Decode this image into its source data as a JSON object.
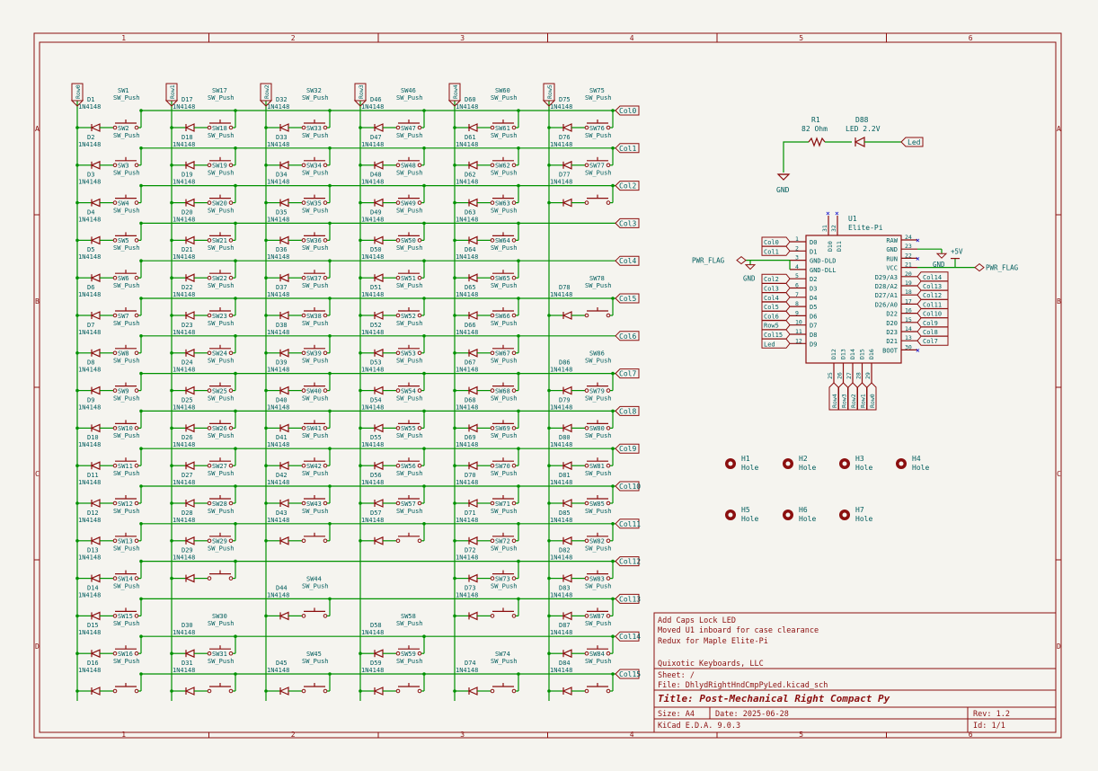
{
  "colors": {
    "background": "#f5f4ef",
    "frame": "#8b0f0f",
    "wire": "#009100",
    "component": "#8b0f0f",
    "text": "#005c5c",
    "title": "#8b0f0f",
    "noconnect": "#0000c8",
    "hole": "#8b0f0f"
  },
  "frame": {
    "columns": [
      "1",
      "2",
      "3",
      "4",
      "5",
      "6"
    ],
    "rows": [
      "A",
      "B",
      "C",
      "D"
    ]
  },
  "diode_value": "1N4148",
  "switch_value": "SW_Push",
  "matrix": {
    "row_labels": [
      "Row0",
      "Row1",
      "Row2",
      "Row3",
      "Row4",
      "Row5"
    ],
    "col_labels": [
      "Col0",
      "Col1",
      "Col2",
      "Col3",
      "Col4",
      "Col5",
      "Col6",
      "Col7",
      "Col8",
      "Col9",
      "Col10",
      "Col11",
      "Col12",
      "Col13",
      "Col14",
      "Col15"
    ],
    "cells": [
      [
        [
          "D1",
          "SW1"
        ],
        [
          "D17",
          "SW17"
        ],
        [
          "D32",
          "SW32"
        ],
        [
          "D46",
          "SW46"
        ],
        [
          "D60",
          "SW60"
        ],
        [
          "D75",
          "SW75"
        ]
      ],
      [
        [
          "D2",
          "SW2"
        ],
        [
          "D18",
          "SW18"
        ],
        [
          "D33",
          "SW33"
        ],
        [
          "D47",
          "SW47"
        ],
        [
          "D61",
          "SW61"
        ],
        [
          "D76",
          "SW76"
        ]
      ],
      [
        [
          "D3",
          "SW3"
        ],
        [
          "D19",
          "SW19"
        ],
        [
          "D34",
          "SW34"
        ],
        [
          "D48",
          "SW48"
        ],
        [
          "D62",
          "SW62"
        ],
        [
          "D77",
          "SW77"
        ]
      ],
      [
        [
          "D4",
          "SW4"
        ],
        [
          "D20",
          "SW20"
        ],
        [
          "D35",
          "SW35"
        ],
        [
          "D49",
          "SW49"
        ],
        [
          "D63",
          "SW63"
        ],
        null
      ],
      [
        [
          "D5",
          "SW5"
        ],
        [
          "D21",
          "SW21"
        ],
        [
          "D36",
          "SW36"
        ],
        [
          "D50",
          "SW50"
        ],
        [
          "D64",
          "SW64"
        ],
        null
      ],
      [
        [
          "D6",
          "SW6"
        ],
        [
          "D22",
          "SW22"
        ],
        [
          "D37",
          "SW37"
        ],
        [
          "D51",
          "SW51"
        ],
        [
          "D65",
          "SW65"
        ],
        [
          "D78",
          "SW78"
        ]
      ],
      [
        [
          "D7",
          "SW7"
        ],
        [
          "D23",
          "SW23"
        ],
        [
          "D38",
          "SW38"
        ],
        [
          "D52",
          "SW52"
        ],
        [
          "D66",
          "SW66"
        ],
        null
      ],
      [
        [
          "D8",
          "SW8"
        ],
        [
          "D24",
          "SW24"
        ],
        [
          "D39",
          "SW39"
        ],
        [
          "D53",
          "SW53"
        ],
        [
          "D67",
          "SW67"
        ],
        [
          "D86",
          "SW86"
        ]
      ],
      [
        [
          "D9",
          "SW9"
        ],
        [
          "D25",
          "SW25"
        ],
        [
          "D40",
          "SW40"
        ],
        [
          "D54",
          "SW54"
        ],
        [
          "D68",
          "SW68"
        ],
        [
          "D79",
          "SW79"
        ]
      ],
      [
        [
          "D10",
          "SW10"
        ],
        [
          "D26",
          "SW26"
        ],
        [
          "D41",
          "SW41"
        ],
        [
          "D55",
          "SW55"
        ],
        [
          "D69",
          "SW69"
        ],
        [
          "D80",
          "SW80"
        ]
      ],
      [
        [
          "D11",
          "SW11"
        ],
        [
          "D27",
          "SW27"
        ],
        [
          "D42",
          "SW42"
        ],
        [
          "D56",
          "SW56"
        ],
        [
          "D70",
          "SW70"
        ],
        [
          "D81",
          "SW81"
        ]
      ],
      [
        [
          "D12",
          "SW12"
        ],
        [
          "D28",
          "SW28"
        ],
        [
          "D43",
          "SW43"
        ],
        [
          "D57",
          "SW57"
        ],
        [
          "D71",
          "SW71"
        ],
        [
          "D85",
          "SW85"
        ]
      ],
      [
        [
          "D13",
          "SW13"
        ],
        [
          "D29",
          "SW29"
        ],
        null,
        null,
        [
          "D72",
          "SW72"
        ],
        [
          "D82",
          "SW82"
        ]
      ],
      [
        [
          "D14",
          "SW14"
        ],
        null,
        [
          "D44",
          "SW44"
        ],
        null,
        [
          "D73",
          "SW73"
        ],
        [
          "D83",
          "SW83"
        ]
      ],
      [
        [
          "D15",
          "SW15"
        ],
        [
          "D30",
          "SW30"
        ],
        null,
        [
          "D58",
          "SW58"
        ],
        null,
        [
          "D87",
          "SW87"
        ]
      ],
      [
        [
          "D16",
          "SW16"
        ],
        [
          "D31",
          "SW31"
        ],
        [
          "D45",
          "SW45"
        ],
        [
          "D59",
          "SW59"
        ],
        [
          "D74",
          "SW74"
        ],
        [
          "D84",
          "SW84"
        ]
      ]
    ]
  },
  "led_circuit": {
    "resistor_ref": "R1",
    "resistor_value": "82 Ohm",
    "led_ref": "D88",
    "led_value": "LED 2.2V",
    "net_label": "Led",
    "gnd_label": "GND"
  },
  "mcu": {
    "ref": "U1",
    "value": "Elite-Pi",
    "top_pins": [
      "31",
      "32"
    ],
    "top_names": [
      "D10",
      "D11"
    ],
    "left_pins": [
      {
        "num": "1",
        "name": "D0",
        "label": "Col0"
      },
      {
        "num": "2",
        "name": "D1",
        "label": "Col1"
      },
      {
        "num": "3",
        "name": "GND-DLD",
        "label": ""
      },
      {
        "num": "4",
        "name": "GND-DLL",
        "label": ""
      },
      {
        "num": "5",
        "name": "D2",
        "label": "Col2"
      },
      {
        "num": "6",
        "name": "D3",
        "label": "Col3"
      },
      {
        "num": "7",
        "name": "D4",
        "label": "Col4"
      },
      {
        "num": "8",
        "name": "D5",
        "label": "Col5"
      },
      {
        "num": "9",
        "name": "D6",
        "label": "Col6"
      },
      {
        "num": "10",
        "name": "D7",
        "label": "Row5"
      },
      {
        "num": "11",
        "name": "D8",
        "label": "Col15"
      },
      {
        "num": "12",
        "name": "D9",
        "label": "Led"
      }
    ],
    "right_pins": [
      {
        "num": "24",
        "name": "RAW",
        "label": ""
      },
      {
        "num": "23",
        "name": "GND",
        "label": ""
      },
      {
        "num": "22",
        "name": "RUN",
        "label": ""
      },
      {
        "num": "21",
        "name": "VCC",
        "label": ""
      },
      {
        "num": "20",
        "name": "D29/A3",
        "label": "Col14"
      },
      {
        "num": "19",
        "name": "D28/A2",
        "label": "Col13"
      },
      {
        "num": "18",
        "name": "D27/A1",
        "label": "Col12"
      },
      {
        "num": "17",
        "name": "D26/A0",
        "label": "Col11"
      },
      {
        "num": "16",
        "name": "D22",
        "label": "Col10"
      },
      {
        "num": "15",
        "name": "D20",
        "label": "Col9"
      },
      {
        "num": "14",
        "name": "D23",
        "label": "Col8"
      },
      {
        "num": "13",
        "name": "D21",
        "label": "Col7"
      },
      {
        "num": "30",
        "name": "BOOT",
        "label": ""
      }
    ],
    "bottom_names": [
      "D12",
      "D13",
      "D14",
      "D15",
      "D16"
    ],
    "bottom_pins": [
      {
        "num": "25",
        "label": "Row4"
      },
      {
        "num": "26",
        "label": "Row3"
      },
      {
        "num": "27",
        "label": "Row2"
      },
      {
        "num": "28",
        "label": "Row1"
      },
      {
        "num": "29",
        "label": "Row0"
      }
    ],
    "pwr_flag": "PWR_FLAG",
    "gnd": "GND",
    "plus5v": "+5V"
  },
  "holes": [
    {
      "ref": "H1",
      "value": "Hole"
    },
    {
      "ref": "H2",
      "value": "Hole"
    },
    {
      "ref": "H3",
      "value": "Hole"
    },
    {
      "ref": "H4",
      "value": "Hole"
    },
    {
      "ref": "H5",
      "value": "Hole"
    },
    {
      "ref": "H6",
      "value": "Hole"
    },
    {
      "ref": "H7",
      "value": "Hole"
    }
  ],
  "title_block": {
    "comments": [
      "Add Caps Lock LED",
      "Moved U1 inboard for case clearance",
      "Redux for Maple Elite-Pi"
    ],
    "company": "Quixotic Keyboards, LLC",
    "sheet": "Sheet: /",
    "file": "File: DhlydRightHndCmpPyLed.kicad_sch",
    "title": "Title: Post-Mechanical Right Compact Py",
    "size": "Size: A4",
    "date": "Date: 2025-06-28",
    "rev": "Rev: 1.2",
    "tool": "KiCad E.D.A. 9.0.3",
    "id": "Id: 1/1"
  }
}
